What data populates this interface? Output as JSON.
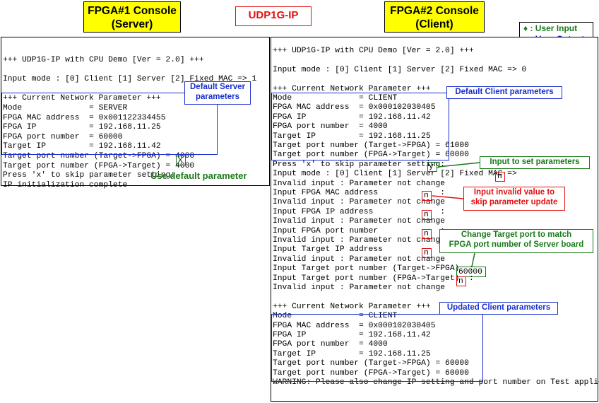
{
  "header": {
    "left_title_line1": "FPGA#1 Console",
    "left_title_line2": "(Server)",
    "center_title": "UDP1G-IP",
    "right_title_line1": "FPGA#2 Console",
    "right_title_line2": "(Client)"
  },
  "legend": {
    "user_input": "♦ : User Input",
    "user_output": "♦ : User Output"
  },
  "server_console": {
    "lines": [
      "+++ UDP1G-IP with CPU Demo [Ver = 2.0] +++",
      "",
      "Input mode : [0] Client [1] Server [2] Fixed MAC => 1",
      "",
      "+++ Current Network Parameter +++",
      "Mode              = SERVER",
      "FPGA MAC address  = 0x001122334455",
      "FPGA IP           = 192.168.11.25",
      "FPGA port number  = 60000",
      "Target IP         = 192.168.11.42",
      "Target port number (Target->FPGA) = 4000",
      "Target port number (FPGA->Target) = 4000",
      "Press 'x' to skip parameter setting:",
      "IP initialization complete"
    ],
    "skip_input": "x"
  },
  "client_console": {
    "lines": [
      "+++ UDP1G-IP with CPU Demo [Ver = 2.0] +++",
      "",
      "Input mode : [0] Client [1] Server [2] Fixed MAC => 0",
      "",
      "+++ Current Network Parameter +++",
      "Mode              = CLIENT",
      "FPGA MAC address  = 0x000102030405",
      "FPGA IP           = 192.168.11.42",
      "FPGA port number  = 4000",
      "Target IP         = 192.168.11.25",
      "Target port number (Target->FPGA) = 61000",
      "Target port number (FPGA->Target) = 60000",
      "Press 'x' to skip parameter setting:",
      "Input mode : [0] Client [1] Server [2] Fixed MAC =>",
      "Invalid input : Parameter not change",
      "Input FPGA MAC address             :",
      "Invalid input : Parameter not change",
      "Input FPGA IP address              :",
      "Invalid input : Parameter not change",
      "Input FPGA port number             :",
      "Invalid input : Parameter not change",
      "Input Target IP address            :",
      "Invalid input : Parameter not change",
      "Input Target port number (Target->FPGA)  :",
      "Input Target port number (FPGA->Target)  :",
      "Invalid input : Parameter not change",
      "",
      "+++ Current Network Parameter +++",
      "Mode              = CLIENT",
      "FPGA MAC address  = 0x000102030405",
      "FPGA IP           = 192.168.11.42",
      "FPGA port number  = 4000",
      "Target IP         = 192.168.11.25",
      "Target port number (Target->FPGA) = 60000",
      "Target port number (FPGA->Target) = 60000",
      "WARNING: Please also change IP setting and port number on Test application"
    ],
    "skip_input": "y",
    "mode_input": "n",
    "mac_input": "n",
    "ip_input": "n",
    "port_input": "n",
    "target_ip_input": "n",
    "target_port_rx_input": "60000",
    "target_port_tx_input": "n"
  },
  "callouts": {
    "default_server_line1": "Default Server",
    "default_server_line2": "parameters",
    "use_default": "Use default parameter",
    "default_client": "Default Client parameters",
    "input_set_params": "Input to set parameters",
    "invalid_line1": "Input invalid value to",
    "invalid_line2": "skip parameter update",
    "change_port_line1": "Change Target port to match",
    "change_port_line2": "FPGA port number of Server board",
    "updated_client": "Updated Client parameters"
  },
  "colors": {
    "title_bg": "#ffff00",
    "accent_red": "#e01010",
    "accent_blue": "#1a2fd0",
    "accent_green": "#1a7a1a"
  }
}
